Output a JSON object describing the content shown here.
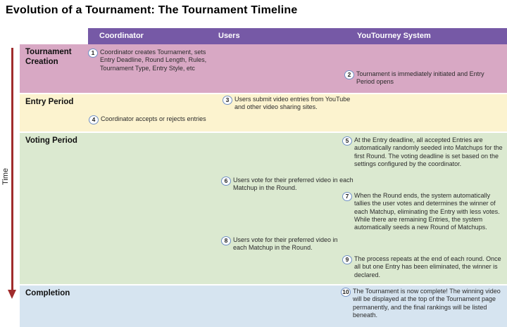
{
  "title": "Evolution of a Tournament: The Tournament Timeline",
  "time_axis": {
    "label": "Time"
  },
  "header": {
    "columns": [
      {
        "label": "Coordinator"
      },
      {
        "label": "Users"
      },
      {
        "label": "YouTourney System"
      }
    ]
  },
  "colors": {
    "header_bg": "#7659A6",
    "tournament_creation_bg": "#D8A8C4",
    "entry_period_bg": "#FCF3CF",
    "voting_period_bg": "#DBE9D0",
    "completion_bg": "#D6E4F0",
    "time_arrow": "#A02C2C",
    "step_badge_border": "#7090C5"
  },
  "rows": [
    {
      "label": "Tournament Creation",
      "items": [
        {
          "number": "1",
          "column": "Coordinator",
          "text": "Coordinator creates Tournament, sets Entry Deadline, Round Length, Rules, Tournament Type, Entry Style, etc"
        },
        {
          "number": "2",
          "column": "YouTourney System",
          "text": "Tournament is immediately initiated and Entry Period opens"
        }
      ]
    },
    {
      "label": "Entry Period",
      "items": [
        {
          "number": "3",
          "column": "Users",
          "text": "Users submit video entries from YouTube and other video sharing sites."
        },
        {
          "number": "4",
          "column": "Coordinator",
          "text": "Coordinator accepts or rejects entries"
        }
      ]
    },
    {
      "label": "Voting Period",
      "items": [
        {
          "number": "5",
          "column": "YouTourney System",
          "text": "At the Entry deadline, all accepted Entries are automatically randomly seeded into Matchups for the first Round.  The voting deadline is set based on the settings configured by the coordinator."
        },
        {
          "number": "6",
          "column": "Users",
          "text": "Users vote for their preferred video in each Matchup in the Round."
        },
        {
          "number": "7",
          "column": "YouTourney System",
          "text": "When the Round ends, the system automatically tallies the user votes and determines the winner of each Matchup, eliminating the Entry with less votes.  While there are remaining Entries, the system automatically seeds a new Round of Matchups."
        },
        {
          "number": "8",
          "column": "Users",
          "text": "Users vote for their preferred video in each Matchup in the Round."
        },
        {
          "number": "9",
          "column": "YouTourney System",
          "text": "The process repeats at the end of each round. Once all but one Entry has been eliminated, the winner is declared."
        }
      ]
    },
    {
      "label": "Completion",
      "items": [
        {
          "number": "10",
          "column": "YouTourney System",
          "text": "The Tournament is now complete!  The winning video will be displayed at the top of the Tournament page permanently, and the final rankings will be listed beneath."
        }
      ]
    }
  ]
}
